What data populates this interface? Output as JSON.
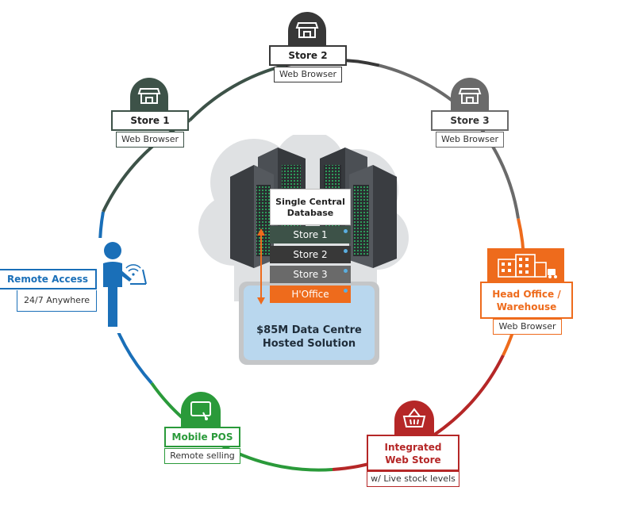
{
  "center": {
    "db_title": "Single Central Database",
    "db_rows": [
      "Store 1",
      "Store 2",
      "Store 3",
      "H'Office"
    ],
    "caption_line1": "$85M Data Centre",
    "caption_line2": "Hosted Solution"
  },
  "nodes": {
    "store1": {
      "title": "Store 1",
      "sub": "Web Browser",
      "icon": "store-icon"
    },
    "store2": {
      "title": "Store 2",
      "sub": "Web Browser",
      "icon": "store-icon"
    },
    "store3": {
      "title": "Store 3",
      "sub": "Web Browser",
      "icon": "store-icon"
    },
    "head_office": {
      "title_line1": "Head Office /",
      "title_line2": "Warehouse",
      "sub": "Web Browser",
      "icon": "building-icon"
    },
    "web_store": {
      "title_line1": "Integrated",
      "title_line2": "Web Store",
      "sub": "w/ Live stock levels",
      "icon": "basket-icon"
    },
    "mobile_pos": {
      "title": "Mobile POS",
      "sub": "Remote selling",
      "icon": "tablet-icon"
    },
    "remote_access": {
      "title": "Remote Access",
      "sub": "24/7 Anywhere",
      "icon": "person-laptop-icon"
    }
  },
  "colors": {
    "store1": "#3d5248",
    "store2": "#383838",
    "store3": "#6a6a6a",
    "head_office": "#ee6b1c",
    "web_store": "#b52727",
    "mobile_pos": "#2a9a3a",
    "remote_access": "#1a6fb8",
    "cloud": "#dfe1e3",
    "panel": "#b9d7ee"
  }
}
